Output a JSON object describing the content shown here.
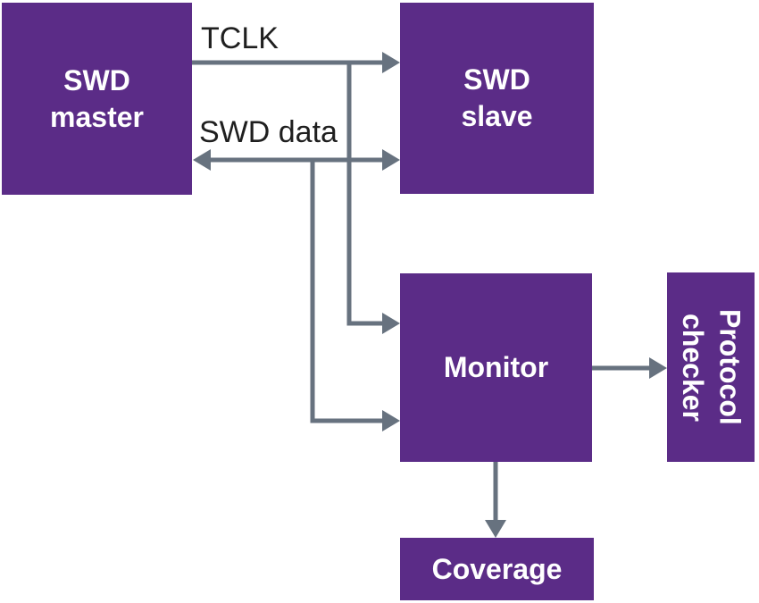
{
  "diagram": {
    "colors": {
      "background": "#FFFFFF",
      "node_fill": "#5B2C87",
      "node_text": "#FFFFFF",
      "wire": "#67727F",
      "signal_label_text": "#1F1F1F"
    },
    "nodes": {
      "swd_master": {
        "line1": "SWD",
        "line2": "master"
      },
      "swd_slave": {
        "line1": "SWD",
        "line2": "slave"
      },
      "monitor": {
        "label": "Monitor"
      },
      "protocol_checker": {
        "line1": "Protocol",
        "line2": "checker"
      },
      "coverage": {
        "label": "Coverage"
      }
    },
    "signals": {
      "tclk": "TCLK",
      "swd_data": "SWD data"
    },
    "edges": [
      {
        "from": "SWD master",
        "to": "SWD slave",
        "label": "TCLK",
        "direction": "one-way"
      },
      {
        "from": "SWD master",
        "to": "SWD slave",
        "label": "SWD data",
        "direction": "two-way"
      },
      {
        "from": "TCLK line",
        "to": "Monitor",
        "label": "",
        "direction": "one-way"
      },
      {
        "from": "SWD data line",
        "to": "Monitor",
        "label": "",
        "direction": "one-way"
      },
      {
        "from": "Monitor",
        "to": "Protocol checker",
        "label": "",
        "direction": "one-way"
      },
      {
        "from": "Monitor",
        "to": "Coverage",
        "label": "",
        "direction": "one-way"
      }
    ]
  }
}
